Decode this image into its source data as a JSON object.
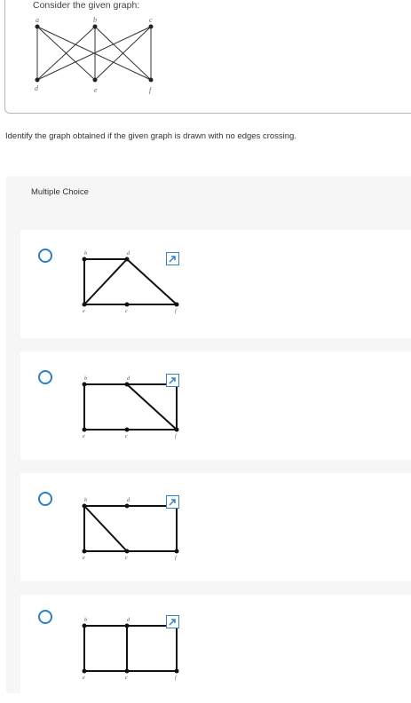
{
  "question": {
    "title": "Consider the given graph:",
    "vertices": [
      "a",
      "b",
      "c",
      "d",
      "e",
      "f"
    ]
  },
  "prompt": "Identify the graph obtained if the given graph is drawn with no edges crossing.",
  "multiple_choice": {
    "header": "Multiple Choice",
    "options": [
      {
        "labels": [
          "b",
          "d",
          "e",
          "c",
          "f"
        ],
        "icon": "expand-icon"
      },
      {
        "labels": [
          "b",
          "d",
          "e",
          "c",
          "f"
        ],
        "icon": "expand-icon"
      },
      {
        "labels": [
          "b",
          "d",
          "e",
          "c",
          "f"
        ],
        "icon": "expand-icon"
      },
      {
        "labels": [
          "b",
          "d",
          "e",
          "c",
          "f"
        ],
        "icon": "expand-icon"
      }
    ]
  },
  "colors": {
    "radio": "#2f7fbf",
    "panel": "#f6f6f6"
  }
}
